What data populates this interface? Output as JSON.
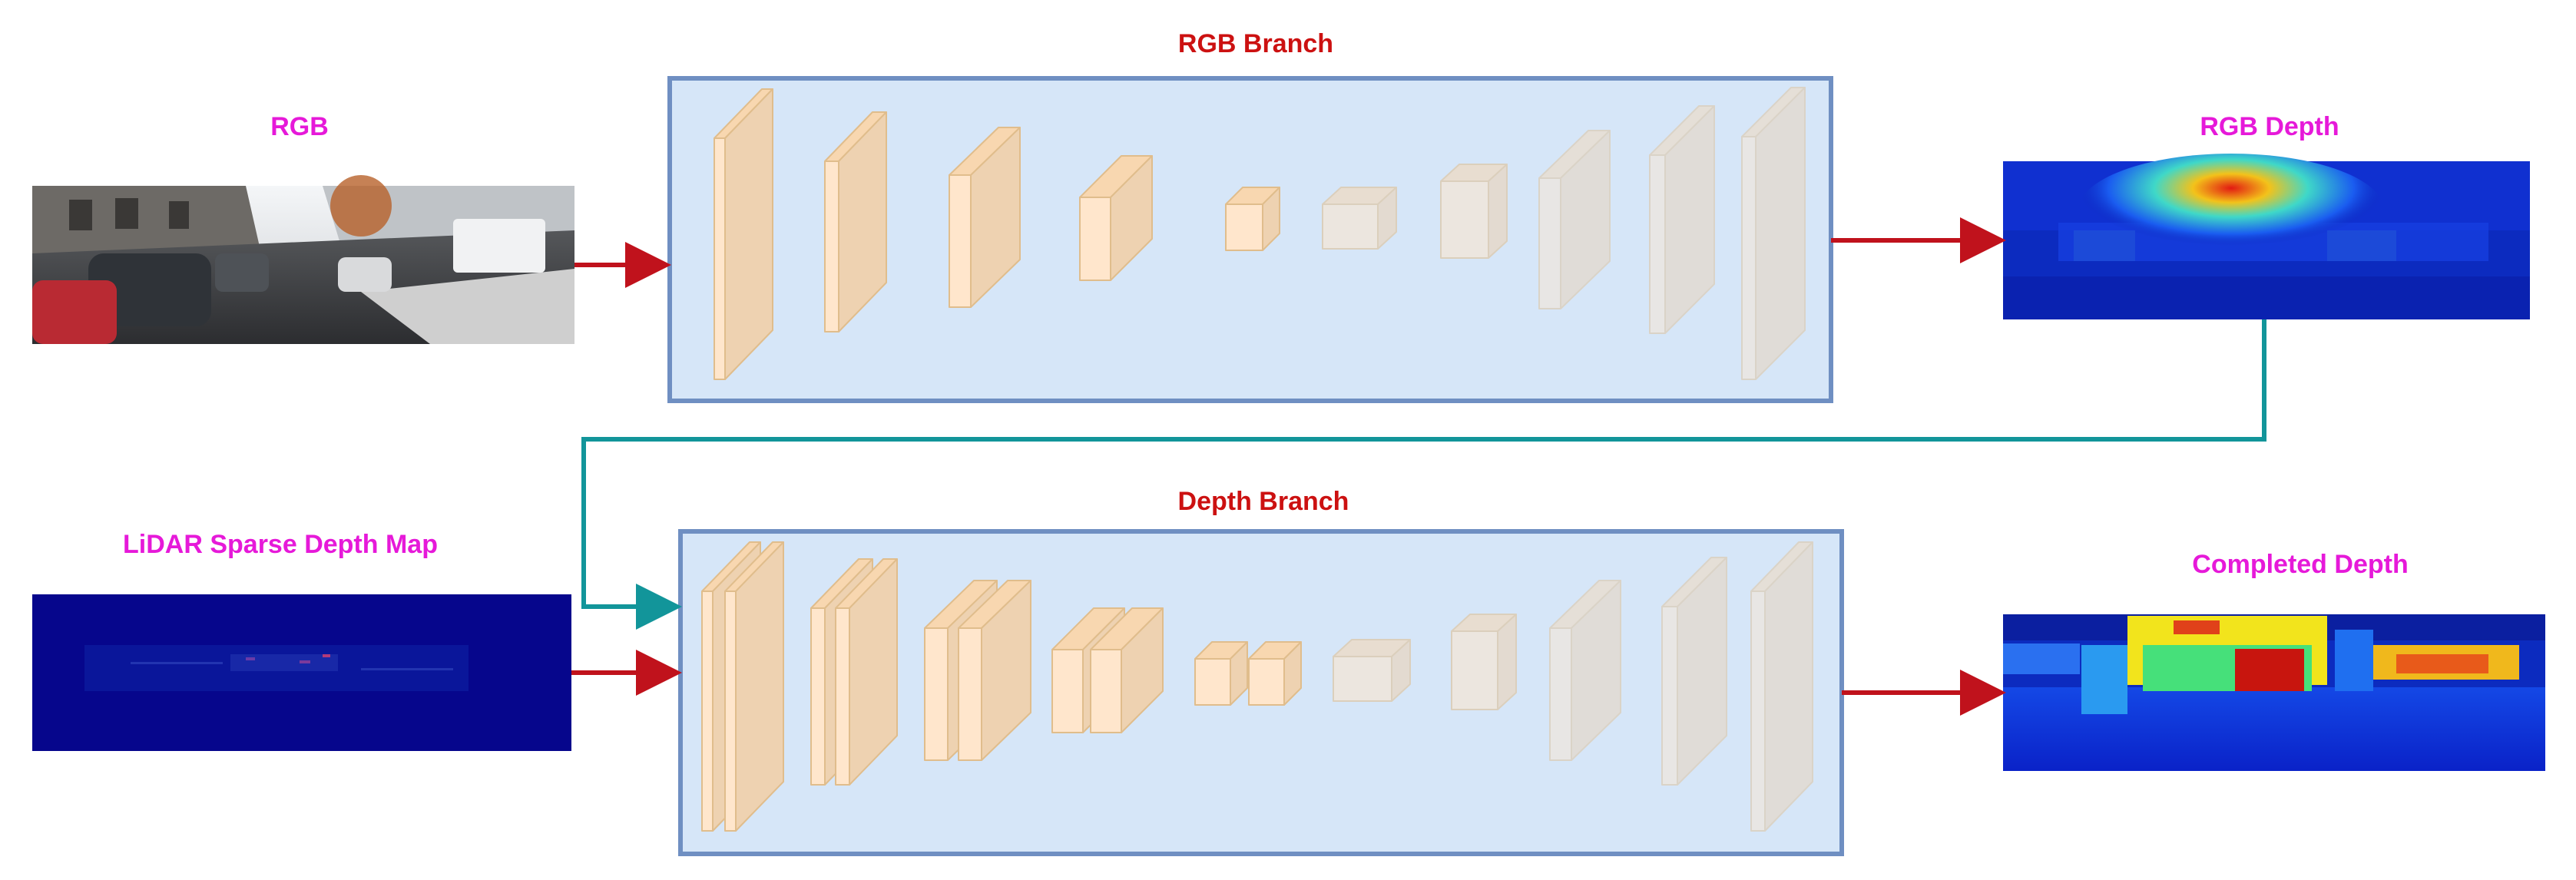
{
  "labels": {
    "rgb_input": "RGB",
    "rgb_branch": "RGB Branch",
    "rgb_depth": "RGB Depth",
    "lidar_input": "LiDAR Sparse Depth Map",
    "depth_branch": "Depth Branch",
    "completed_depth": "Completed Depth"
  },
  "colors": {
    "label_pink": "#e619d9",
    "branch_title_red": "#cc1111",
    "arrow_red": "#c0121c",
    "arrow_teal": "#12959a",
    "branch_fill": "#d6e6f8",
    "branch_border": "#6f8fc2",
    "block_front": "#ffe6cc",
    "block_top": "#f8d7b0",
    "block_side": "#eed2b1",
    "block_stroke": "#e0bd8c",
    "heatmap_low": "#0c2bbf",
    "heatmap_high": "#e21a12"
  },
  "images": {
    "rgb_input": "street-scene-photo",
    "lidar_input": "sparse-depth-heatmap",
    "rgb_depth": "dense-depth-heatmap",
    "completed_depth": "dense-depth-heatmap"
  }
}
